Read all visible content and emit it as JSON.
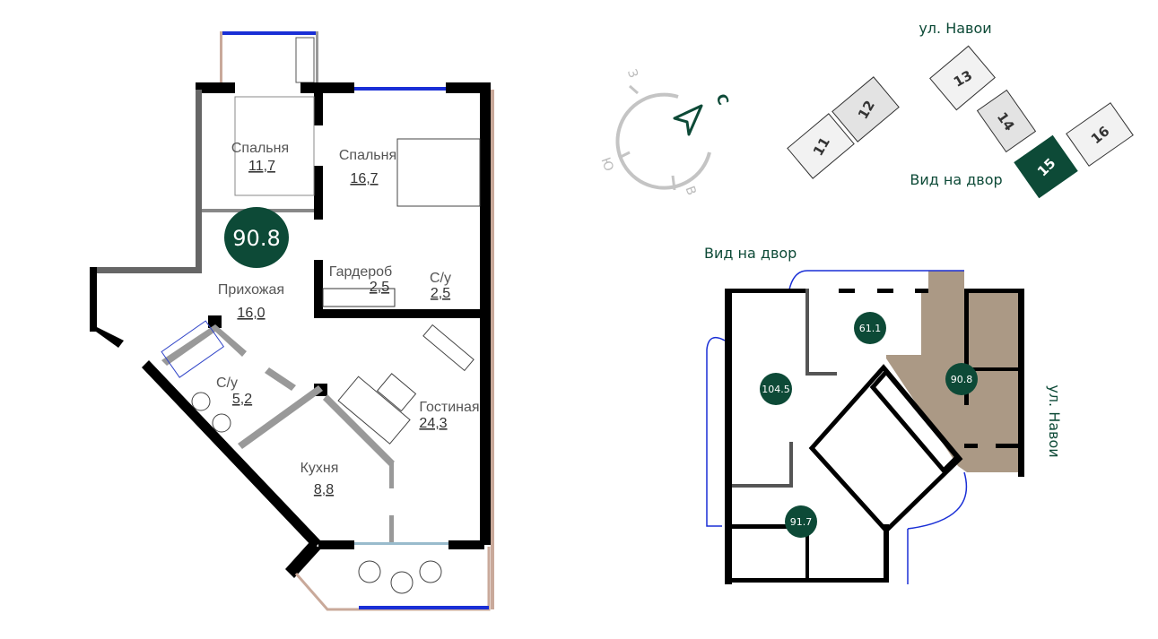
{
  "apartment": {
    "area_badge": "90.8",
    "rooms": [
      {
        "name": "Спальня",
        "area": "11,7"
      },
      {
        "name": "Спальня",
        "area": "16,7"
      },
      {
        "name": "Прихожая",
        "area": "16,0"
      },
      {
        "name": "Гардероб",
        "area": "2,5"
      },
      {
        "name": "С/у",
        "area": "2,5"
      },
      {
        "name": "С/у",
        "area": "5,2"
      },
      {
        "name": "Гостиная",
        "area": "24,3"
      },
      {
        "name": "Кухня",
        "area": "8,8"
      }
    ]
  },
  "compass": {
    "north": "С",
    "west": "З",
    "south": "Ю",
    "east": "В"
  },
  "site_plan": {
    "street_label": "ул. Навои",
    "yard_label": "Вид на двор",
    "sections": [
      "11",
      "12",
      "13",
      "14",
      "15",
      "16"
    ],
    "selected_section": "15"
  },
  "floor_plan": {
    "yard_label": "Вид на двор",
    "street_label": "ул. Навои",
    "units": [
      "61.1",
      "104.5",
      "90.8",
      "91.7"
    ],
    "selected_unit": "90.8"
  },
  "colors": {
    "accent": "#0d4a37",
    "selected_unit_fill": "#ab9985",
    "wall": "#000000",
    "window": "#1a2fd6"
  }
}
